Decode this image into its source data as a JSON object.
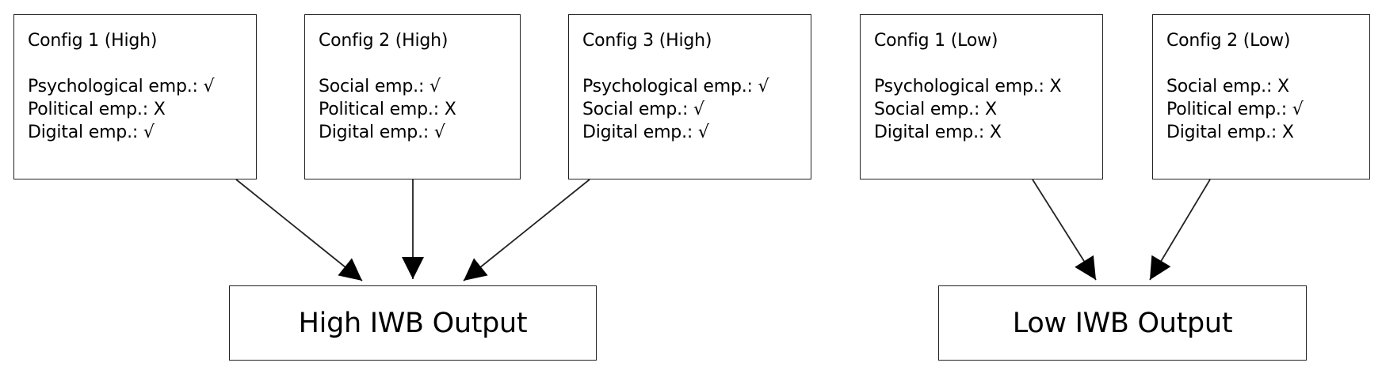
{
  "configs": [
    {
      "title": "Config 1 (High)",
      "lines": [
        "Psychological emp.: √",
        "Political emp.: X",
        "Digital emp.: √"
      ]
    },
    {
      "title": "Config 2 (High)",
      "lines": [
        "Social emp.: √",
        "Political emp.: X",
        "Digital emp.: √"
      ]
    },
    {
      "title": "Config 3 (High)",
      "lines": [
        "Psychological emp.: √",
        "Social emp.: √",
        "Digital emp.: √"
      ]
    },
    {
      "title": "Config 1 (Low)",
      "lines": [
        "Psychological emp.: X",
        "Social emp.: X",
        "Digital emp.: X"
      ]
    },
    {
      "title": "Config 2 (Low)",
      "lines": [
        "Social emp.: X",
        "Political emp.: √",
        "Digital emp.: X"
      ]
    }
  ],
  "outputs": {
    "high": "High IWB Output",
    "low": "Low IWB Output"
  },
  "colors": {
    "stroke": "#222222",
    "text": "#000000",
    "background": "#ffffff"
  }
}
